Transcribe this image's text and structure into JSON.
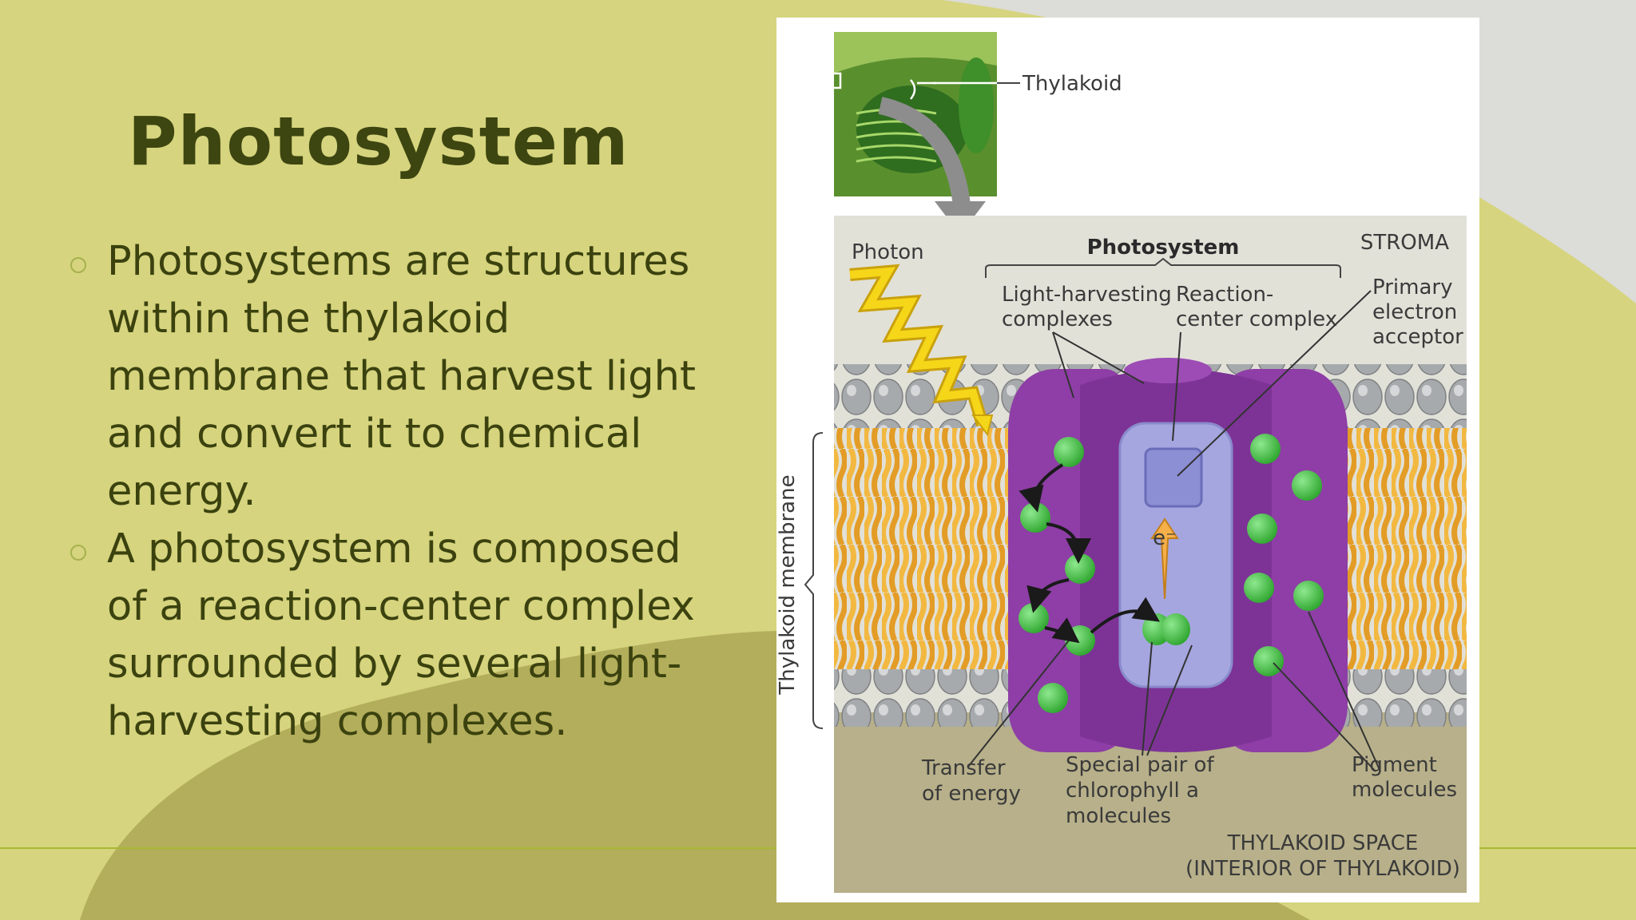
{
  "slide": {
    "title": "Photosystem",
    "bullets": [
      "Photosystems are structures within the thylakoid membrane that harvest light and convert it to chemical energy.",
      "A photosystem is composed of a reaction-center complex surrounded by several light-harvesting complexes."
    ]
  },
  "figure": {
    "labels": {
      "thylakoid": "Thylakoid",
      "photon": "Photon",
      "photosystem": "Photosystem",
      "stroma": "STROMA",
      "light_harvesting_1": "Light-harvesting",
      "light_harvesting_2": "complexes",
      "reaction_center_1": "Reaction-",
      "reaction_center_2": "center complex",
      "primary_acceptor_1": "Primary",
      "primary_acceptor_2": "electron",
      "primary_acceptor_3": "acceptor",
      "thylakoid_membrane": "Thylakoid membrane",
      "electron": "e⁻",
      "transfer_1": "Transfer",
      "transfer_2": "of energy",
      "special_pair_1": "Special pair of",
      "special_pair_2": "chlorophyll a",
      "special_pair_3": "molecules",
      "pigment_1": "Pigment",
      "pigment_2": "molecules",
      "space_1": "THYLAKOID SPACE",
      "space_2": "(INTERIOR OF THYLAKOID)"
    }
  },
  "colors": {
    "background": "#d6d47e",
    "title": "#3d4510",
    "body_text": "#3b420f",
    "accent_shape": "#b0ac58",
    "protein": "#8e3ea6",
    "pigment": "#4cc24c",
    "lipid_tail": "#f2b840",
    "photon": "#f5d619"
  }
}
